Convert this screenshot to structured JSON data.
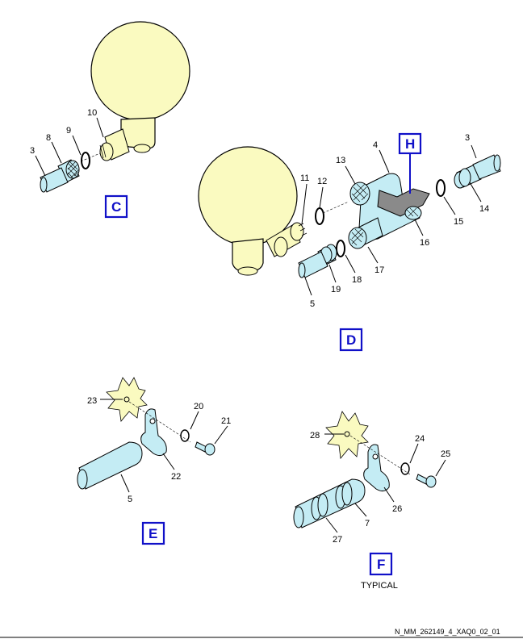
{
  "views": {
    "c": "C",
    "d": "D",
    "e": "E",
    "f": "F",
    "h": "H"
  },
  "caption_typical": "TYPICAL",
  "figure_code": "N_MM_262149_4_XAQ0_02_01",
  "callouts": {
    "c3": "3",
    "c8": "8",
    "c9": "9",
    "c10": "10",
    "d3": "3",
    "d4": "4",
    "d5": "5",
    "d11": "11",
    "d12": "12",
    "d13": "13",
    "d14": "14",
    "d15": "15",
    "d16": "16",
    "d17": "17",
    "d18": "18",
    "d19": "19",
    "e5": "5",
    "e20": "20",
    "e21": "21",
    "e22": "22",
    "e23": "23",
    "f7": "7",
    "f24": "24",
    "f25": "25",
    "f26": "26",
    "f27": "27",
    "f28": "28"
  },
  "colors": {
    "bulb": "#fafac0",
    "tube": "#c4ecf4",
    "fitting": "#fafac0",
    "bracket": "#fafac0",
    "clamp": "#c4ecf4",
    "label_box": "#1010c8",
    "clip": "#8a8a8a"
  }
}
